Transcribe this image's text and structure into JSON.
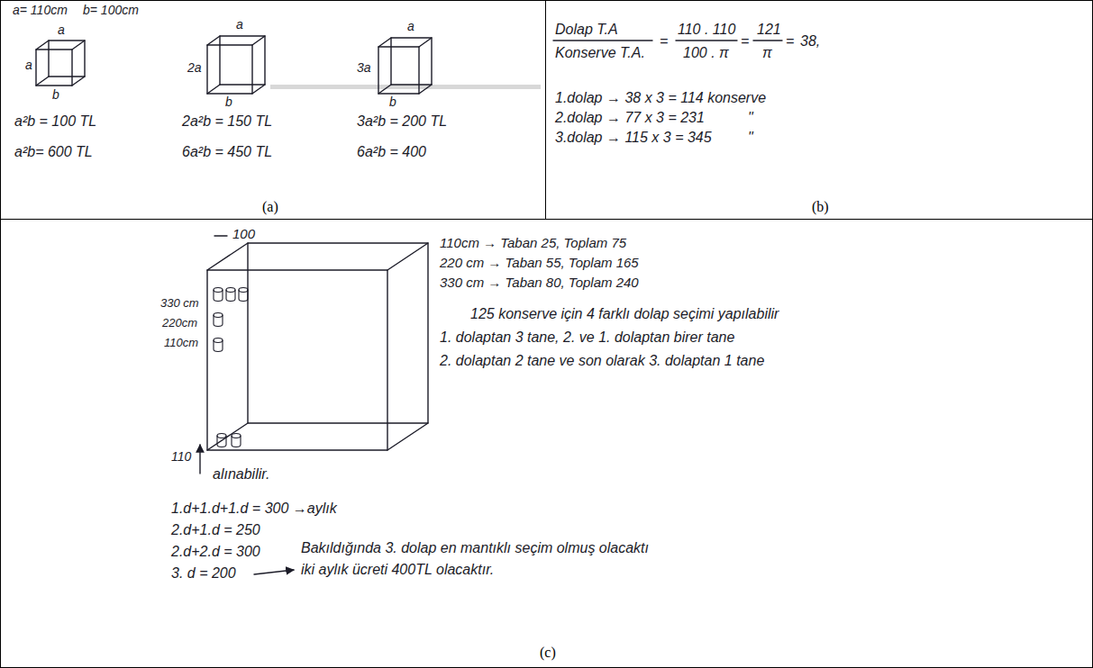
{
  "diagram": {
    "nodes": [
      {
        "text": [
          "(a)"
        ]
      },
      {
        "text": [
          "(b)"
        ]
      },
      {
        "text": [
          "(c)"
        ]
      }
    ],
    "labels": [
      "a= 110cm",
      "b= 100cm",
      "a",
      "a",
      "b",
      "a²b = 100 TL",
      "a²b= 600 TL",
      "a",
      "2a",
      "b",
      "2a²b = 150 TL",
      "6a²b = 450 TL",
      "a",
      "3a",
      "b",
      "3a²b = 200 TL",
      "6a²b = 400",
      "Dolap T.A",
      "Konserve T.A.",
      "=",
      "110 . 110",
      "100 . π",
      "=",
      "121",
      "π",
      "=",
      "38,",
      "1.dolap → 38 x 3 = 114 konserve",
      "2.dolap → 77 x 3 = 231",
      "\"",
      "3.dolap → 115 x 3 = 345",
      "\"",
      "100",
      "110cm → Taban 25, Toplam 75",
      "220 cm → Taban 55, Toplam 165",
      "330 cm → Taban 80, Toplam 240",
      "125 konserve için 4 farklı dolap seçimi yapılabilir",
      "1. dolaptan 3 tane, 2. ve 1. dolaptan birer tane",
      "2. dolaptan 2 tane ve son olarak 3. dolaptan 1 tane",
      "330 cm",
      "220cm",
      "110cm",
      "110",
      "alınabilir.",
      "1.d+1.d+1.d = 300 →aylık",
      "2.d+1.d = 250",
      "2.d+2.d = 300",
      "3. d = 200",
      "Bakıldığında 3. dolap en mantıklı seçim olmuş olacaktı",
      "iki aylık ücreti 400TL olacaktır."
    ]
  }
}
